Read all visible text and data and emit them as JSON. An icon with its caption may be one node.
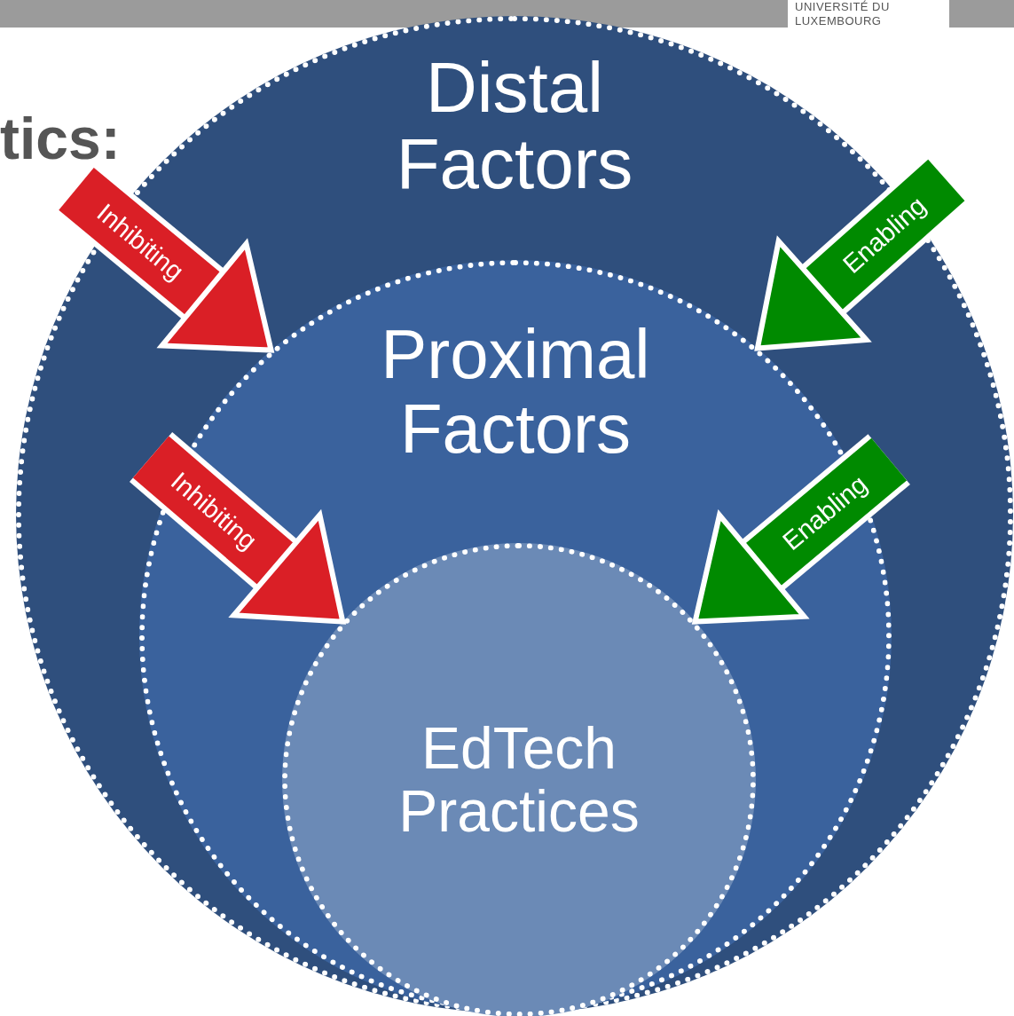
{
  "diagram": {
    "nodes": [
      {
        "text": [
          "Distal Factors"
        ]
      },
      {
        "text": [
          "Proximal Factors"
        ],
        "in": 0
      },
      {
        "text": [
          "EdTech Practices"
        ],
        "in": 1
      }
    ],
    "edges": [
      {
        "from": null,
        "to": 1,
        "arrow": "to",
        "label": "Inhibiting",
        "color": "#da1f26"
      },
      {
        "from": null,
        "to": 1,
        "arrow": "to",
        "label": "Enabling",
        "color": "#008a00"
      },
      {
        "from": null,
        "to": 2,
        "arrow": "to",
        "label": "Inhibiting",
        "color": "#da1f26"
      },
      {
        "from": null,
        "to": 2,
        "arrow": "to",
        "label": "Enabling",
        "color": "#008a00"
      }
    ],
    "labels": [
      "tics:",
      "UNIVERSITÉ DU LUXEMBOURG"
    ]
  }
}
